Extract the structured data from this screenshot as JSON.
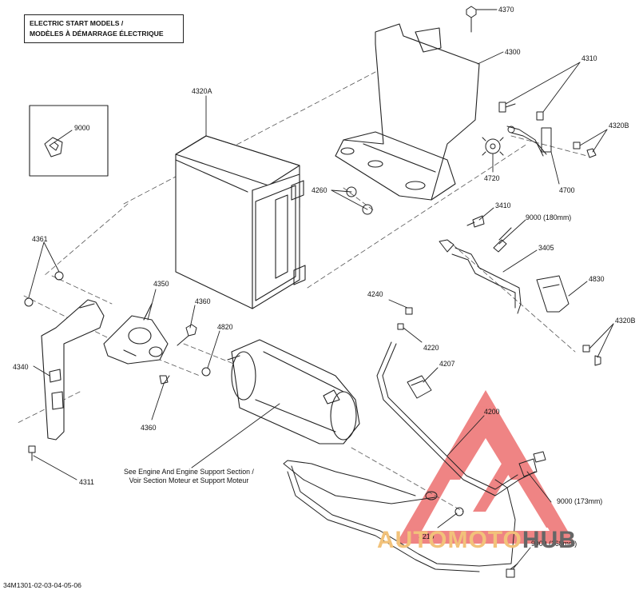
{
  "header": {
    "line1": "ELECTRIC START MODELS /",
    "line2": "MODÈLES À DÉMARRAGE ÉLECTRIQUE"
  },
  "callouts": {
    "c4370": "4370",
    "c4300": "4300",
    "c4310": "4310",
    "c4320A": "4320A",
    "c9000_inset": "9000",
    "c4320B_top": "4320B",
    "c4260": "4260",
    "c4720": "4720",
    "c4700": "4700",
    "c3410": "3410",
    "c9000_180": "9000 (180mm)",
    "c3405": "3405",
    "c4361": "4361",
    "c4350": "4350",
    "c4830": "4830",
    "c4240": "4240",
    "c4360_top": "4360",
    "c4820": "4820",
    "c4320B_bottom": "4320B",
    "c4220": "4220",
    "c4340": "4340",
    "c4207": "4207",
    "c4360_bottom": "4360",
    "c4200": "4200",
    "c4311": "4311",
    "c9000_173": "9000 (173mm)",
    "c4210": "4210",
    "c9000_368": "9000 (368mm)"
  },
  "note": {
    "line1": "See Engine And Engine Support Section /",
    "line2": "Voir Section Moteur et Support Moteur"
  },
  "reference": "34M1301-02-03-04-05-06",
  "watermark": {
    "part1": "AUTOMOTO",
    "part2": "HUB",
    "logo_color": "#e85a5a",
    "text_color_1": "#f2c27a",
    "text_color_2": "#666666"
  }
}
